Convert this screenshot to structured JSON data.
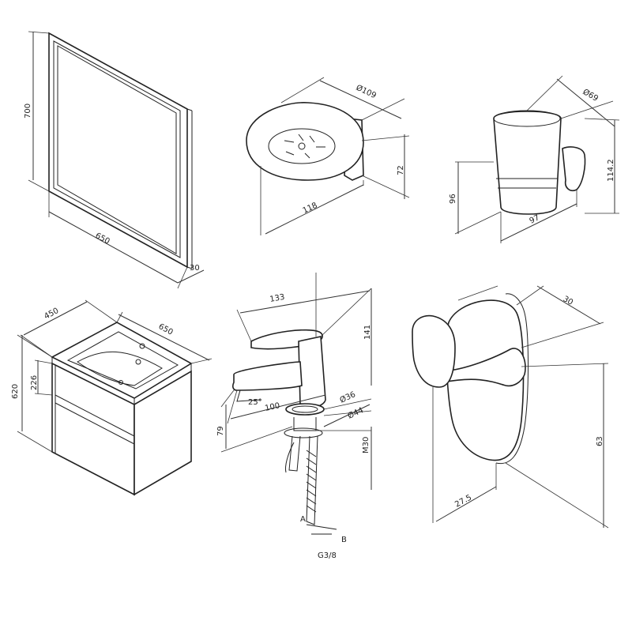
{
  "drawings": {
    "mirror": {
      "height_label": "700",
      "width_label": "650",
      "depth_label": "30"
    },
    "soap_dish": {
      "diameter_label": "Ø109",
      "height_label": "72",
      "depth_label": "118"
    },
    "tumbler": {
      "diameter_label": "Ø69",
      "height_label": "114.2",
      "cup_height_label": "96",
      "depth_label": "97"
    },
    "cabinet": {
      "depth_label": "450",
      "width_label": "650",
      "height_label": "620",
      "drawer_label": "226"
    },
    "faucet": {
      "reach_label": "133",
      "height_label": "141",
      "spout_label": "100",
      "angle_label": "25°",
      "spout_height_label": "79",
      "base_label": "Ø36",
      "hole_label": "Ø44",
      "thread_label": "M30",
      "hose_a": "A",
      "hose_b": "B",
      "connection_label": "G3/8"
    },
    "hook": {
      "width_label": "30",
      "height_label": "63",
      "base_label": "27.5"
    }
  }
}
